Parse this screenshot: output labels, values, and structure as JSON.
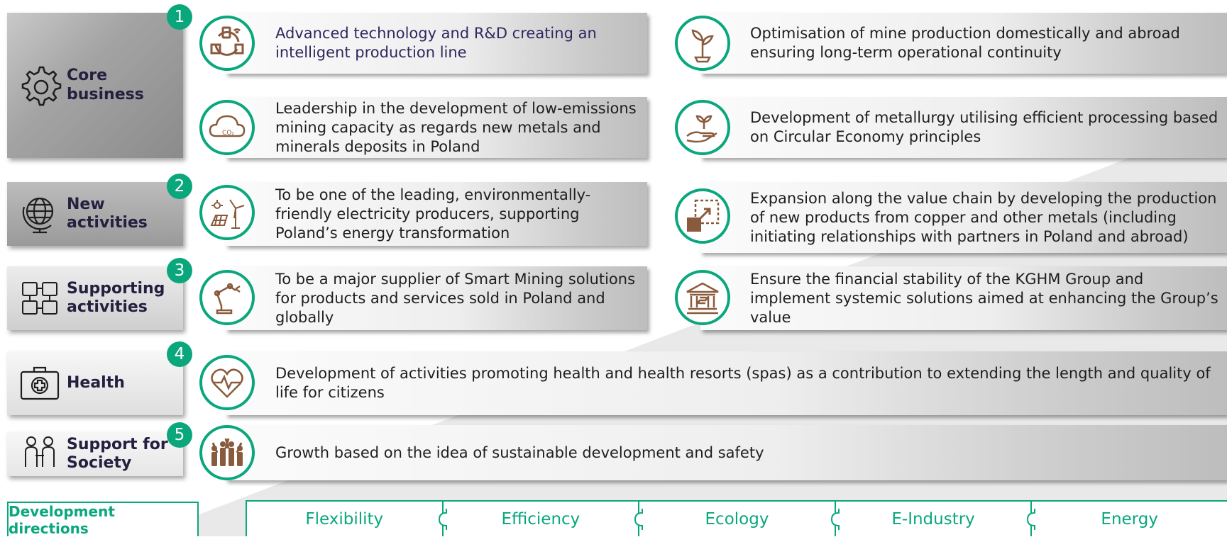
{
  "categories": [
    {
      "number": "1",
      "label": "Core business",
      "icon": "gear-icon"
    },
    {
      "number": "2",
      "label": "New activities",
      "icon": "globe-icon"
    },
    {
      "number": "3",
      "label": "Supporting activities",
      "icon": "handshake-puzzle-icon"
    },
    {
      "number": "4",
      "label": "Health",
      "icon": "first-aid-kit-icon"
    },
    {
      "number": "5",
      "label": "Support for Society",
      "icon": "people-icon"
    }
  ],
  "directions": [
    {
      "text": "Advanced technology and R&D creating an intelligent production line",
      "icon": "tech-cycle-icon"
    },
    {
      "text": "Optimisation of mine production domestically and abroad ensuring long-term operational continuity",
      "icon": "plant-icon"
    },
    {
      "text": "Leadership in the development of low-emissions mining capacity as regards new metals and minerals deposits in Poland",
      "icon": "cloud-co2-icon"
    },
    {
      "text": "Development of metallurgy utilising efficient processing based on Circular Economy principles",
      "icon": "hand-plant-icon"
    },
    {
      "text": "To be one of the leading, environmentally-friendly electricity producers, supporting Poland’s energy transformation",
      "icon": "solar-wind-icon"
    },
    {
      "text": "Expansion along the value chain by developing the production of new products from copper and other metals (including initiating relationships with partners in Poland and abroad)",
      "icon": "expand-icon"
    },
    {
      "text": "To be a major supplier of Smart Mining solutions for products and services sold in Poland and globally",
      "icon": "robot-arm-icon"
    },
    {
      "text": "Ensure the financial stability of the KGHM Group and implement systemic solutions aimed at enhancing the Group’s value",
      "icon": "bank-icon"
    },
    {
      "text": "Development of activities promoting health and health resorts (spas) as a contribution to extending the length and quality of life for citizens",
      "icon": "heart-pulse-icon"
    },
    {
      "text": "Growth based on the idea of sustainable development and safety",
      "icon": "crowd-icon"
    }
  ],
  "footer": {
    "label": "Development directions",
    "values": [
      "Flexibility",
      "Efficiency",
      "Ecology",
      "E-Industry",
      "Energy"
    ]
  },
  "colors": {
    "accent": "#0aa77d",
    "icon_brown": "#8a5a3c",
    "heading": "#25203f"
  }
}
